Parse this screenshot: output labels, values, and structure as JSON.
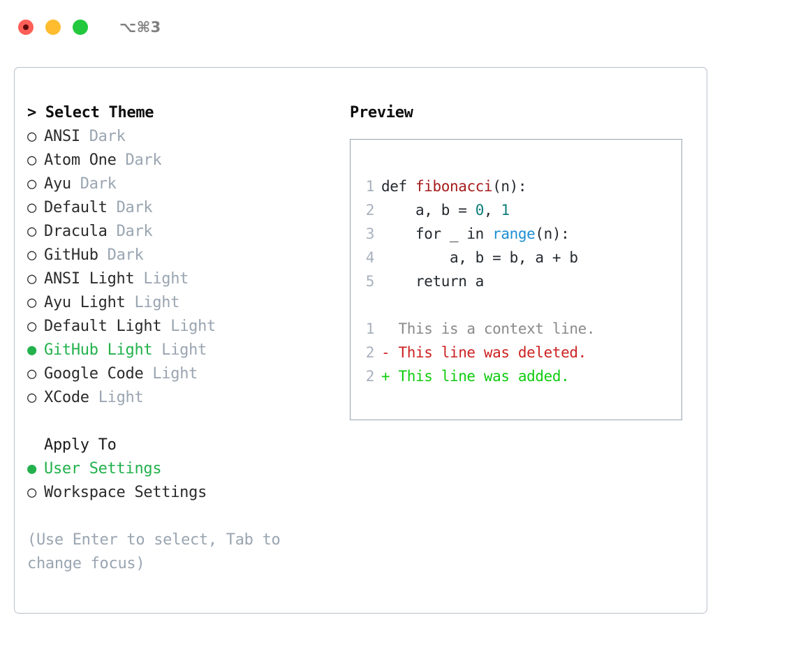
{
  "window": {
    "shortcut": "⌥⌘3",
    "traffic_lights": [
      {
        "name": "close",
        "color": "#ff5f57"
      },
      {
        "name": "minimize",
        "color": "#febc2e"
      },
      {
        "name": "maximize",
        "color": "#23c83e"
      }
    ]
  },
  "left": {
    "heading": "> Select Theme",
    "bullet_off": "○",
    "bullet_on": "●",
    "themes": [
      {
        "name": "ANSI",
        "category": "Dark",
        "selected": false
      },
      {
        "name": "Atom One",
        "category": "Dark",
        "selected": false
      },
      {
        "name": "Ayu",
        "category": "Dark",
        "selected": false
      },
      {
        "name": "Default",
        "category": "Dark",
        "selected": false
      },
      {
        "name": "Dracula",
        "category": "Dark",
        "selected": false
      },
      {
        "name": "GitHub",
        "category": "Dark",
        "selected": false
      },
      {
        "name": "ANSI Light",
        "category": "Light",
        "selected": false
      },
      {
        "name": "Ayu Light",
        "category": "Light",
        "selected": false
      },
      {
        "name": "Default Light",
        "category": "Light",
        "selected": false
      },
      {
        "name": "GitHub Light",
        "category": "Light",
        "selected": true
      },
      {
        "name": "Google Code",
        "category": "Light",
        "selected": false
      },
      {
        "name": "XCode",
        "category": "Light",
        "selected": false
      }
    ],
    "apply_heading": "Apply To",
    "apply_options": [
      {
        "name": "User Settings",
        "selected": true
      },
      {
        "name": "Workspace Settings",
        "selected": false
      }
    ],
    "hint": "(Use Enter to select, Tab to change focus)"
  },
  "right": {
    "heading": "Preview",
    "code_lines": [
      {
        "num": "1",
        "tokens": [
          {
            "t": "def ",
            "c": "plain"
          },
          {
            "t": "fibonacci",
            "c": "fn"
          },
          {
            "t": "(n):",
            "c": "plain"
          }
        ]
      },
      {
        "num": "2",
        "tokens": [
          {
            "t": "    a, b = ",
            "c": "plain"
          },
          {
            "t": "0",
            "c": "num"
          },
          {
            "t": ", ",
            "c": "plain"
          },
          {
            "t": "1",
            "c": "num"
          }
        ]
      },
      {
        "num": "3",
        "tokens": [
          {
            "t": "    for _ in ",
            "c": "plain"
          },
          {
            "t": "range",
            "c": "builtin"
          },
          {
            "t": "(n):",
            "c": "plain"
          }
        ]
      },
      {
        "num": "4",
        "tokens": [
          {
            "t": "        a, b = b, a + b",
            "c": "plain"
          }
        ]
      },
      {
        "num": "5",
        "tokens": [
          {
            "t": "    return a",
            "c": "plain"
          }
        ]
      }
    ],
    "diff_lines": [
      {
        "num": "1",
        "marker": "  ",
        "text": "This is a context line.",
        "kind": "ctx"
      },
      {
        "num": "2",
        "marker": "- ",
        "text": "This line was deleted.",
        "kind": "del"
      },
      {
        "num": "2",
        "marker": "+ ",
        "text": "This line was added.",
        "kind": "add"
      }
    ]
  },
  "colors": {
    "accent_green": "#22b14c",
    "muted_gray": "#9aa5b1",
    "panel_border": "#b9c0ca",
    "preview_border": "#97a2b0",
    "diff_delete": "#cc2222",
    "diff_add": "#11cc11",
    "fn_red": "#a61c1c",
    "num_teal": "#0d7b7b",
    "builtin_blue": "#1b8fd1"
  }
}
